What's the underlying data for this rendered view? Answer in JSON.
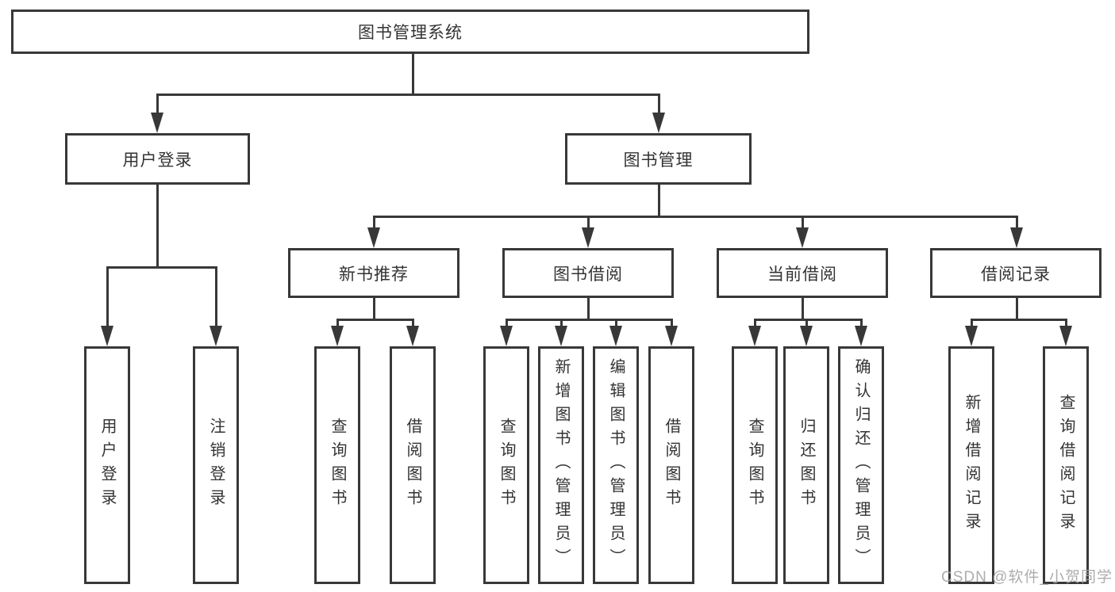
{
  "nodes": {
    "root": {
      "label": "图书管理系统"
    },
    "level2": {
      "user_login": {
        "label": "用户登录"
      },
      "book_mgmt": {
        "label": "图书管理"
      }
    },
    "level3": {
      "new_book_rec": {
        "label": "新书推荐"
      },
      "book_borrow": {
        "label": "图书借阅"
      },
      "current_borrow": {
        "label": "当前借阅"
      },
      "borrow_record": {
        "label": "借阅记录"
      }
    },
    "leaves": {
      "user_login": {
        "label": "用户登录"
      },
      "logout": {
        "label": "注销登录"
      },
      "nbr_query_book": {
        "label": "查询图书"
      },
      "nbr_borrow_book": {
        "label": "借阅图书"
      },
      "bb_query_book": {
        "label": "查询图书"
      },
      "bb_add_book": {
        "label": "新增图书（管理员）"
      },
      "bb_edit_book": {
        "label": "编辑图书（管理员）"
      },
      "bb_borrow_book": {
        "label": "借阅图书"
      },
      "cb_query_book": {
        "label": "查询图书"
      },
      "cb_return_book": {
        "label": "归还图书"
      },
      "cb_confirm_return": {
        "label": "确认归还（管理员）"
      },
      "br_add_record": {
        "label": "新增借阅记录"
      },
      "br_query_record": {
        "label": "查询借阅记录"
      }
    }
  },
  "colors": {
    "line": "#383838",
    "text": "#333333",
    "background": "#ffffff",
    "watermark": "#a4a4a4"
  },
  "watermark": {
    "text": "CSDN @软件_小贺同学"
  }
}
